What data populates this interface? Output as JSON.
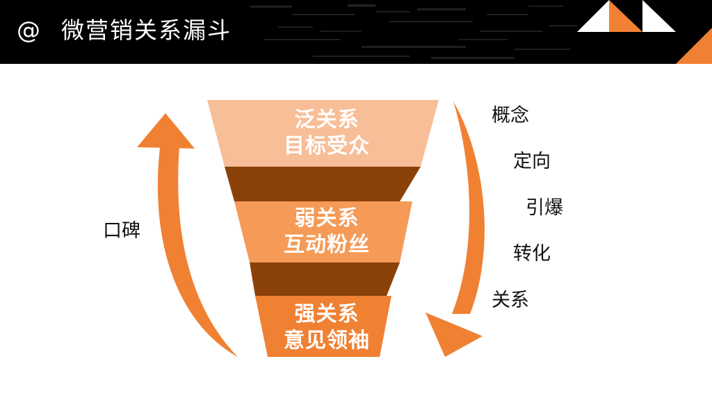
{
  "header": {
    "icon": "at-sign",
    "at_symbol": "@",
    "title": "微营销关系漏斗"
  },
  "funnel": {
    "stages": [
      {
        "line1": "泛关系",
        "line2": "目标受众",
        "color": "#f7be98"
      },
      {
        "line1": "弱关系",
        "line2": "互动粉丝",
        "color": "#f59a57"
      },
      {
        "line1": "强关系",
        "line2": "意见领袖",
        "color": "#f08133"
      }
    ],
    "connector_color": "#8b4209"
  },
  "left_arrow": {
    "label": "口碑",
    "color": "#f08133",
    "direction": "up"
  },
  "right_arrow": {
    "color": "#f08133",
    "direction": "down",
    "steps": [
      "概念",
      "定向",
      "引爆",
      "转化",
      "关系"
    ]
  },
  "colors": {
    "header_bg": "#000000",
    "accent_orange": "#f08133",
    "deco_white": "#ffffff"
  }
}
